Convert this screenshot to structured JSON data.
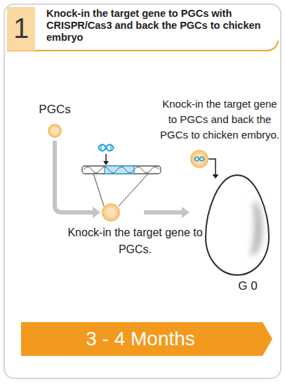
{
  "diagram": {
    "title": "Knock-in the target gene to PGCs with CRISPR/Cas3 and back the PGCs to chicken embryo",
    "nodes": [
      {
        "text": [
          "1"
        ]
      },
      {
        "text": [
          "PGCs"
        ]
      },
      {
        "text": [
          "Knock-in the target gene to PGCs."
        ]
      },
      {
        "text": [
          "Knock-in the target gene to PGCs and back the PGCs to chicken embryo."
        ]
      },
      {
        "text": [
          "G 0"
        ]
      },
      {
        "text": [
          "3 - 4 Months"
        ]
      }
    ],
    "edges": [
      {
        "from": 1,
        "to": 2,
        "arrow": "to"
      },
      {
        "from": 2,
        "to": 4,
        "arrow": "to"
      },
      {
        "from": 3,
        "to": 4,
        "arrow": "to"
      }
    ]
  }
}
